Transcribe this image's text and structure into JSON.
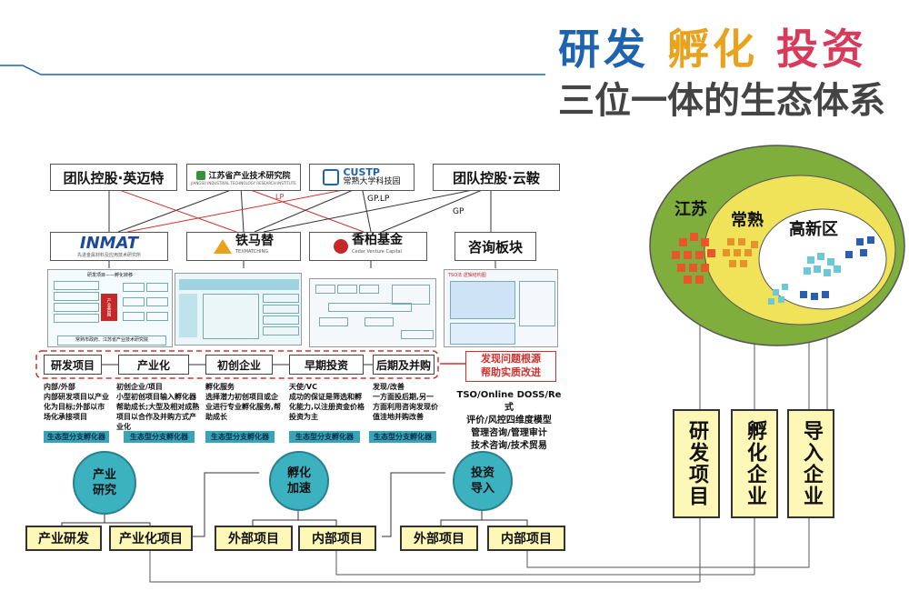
{
  "title": {
    "word1": "研发",
    "word2": "孵化",
    "word3": "投资",
    "subtitle": "三位一体的生态体系"
  },
  "colors": {
    "word1": "#1e63b0",
    "word2": "#e8a21b",
    "word3": "#d93a5c",
    "teal": "#3cb2c0",
    "yellow_box": "#fdf7b8",
    "outer_ellipse": "#7fae3c",
    "middle_ellipse": "#f0e35a",
    "red": "#d0312d"
  },
  "top": {
    "holding_left": "团队控股·英迈特",
    "institute": "江苏省产业技术研究院",
    "institute_en": "JIANGSU INDUSTRIAL TECHNOLOGY RESEARCH INSTITUTE",
    "custp": "CUSTP",
    "custp_cn": "常熟大学科技园",
    "holding_right": "团队控股·云鞍"
  },
  "edges": {
    "lp": "LP",
    "gplp": "GP.LP",
    "gp": "GP"
  },
  "second": {
    "inmat": "INMAT",
    "inmat_sub": "先进金属材料及应用技术研究所",
    "tiema": "铁马替",
    "tiema_sub": "TEXMATCHING",
    "xiangbai": "香柏基金",
    "xiangbai_sub": "Cedar Venture Capital",
    "consult": "咨询板块"
  },
  "stages": [
    "研发项目",
    "产业化",
    "初创企业",
    "早期投资",
    "后期及并购"
  ],
  "problem": {
    "line1": "发现问题根源",
    "line2": "帮助实质改进"
  },
  "descriptions": [
    {
      "title": "内部/外部",
      "body": "内部研发项目以产业化为目标;外部以市场化承接项目"
    },
    {
      "title": "初创企业/项目",
      "body": "小型初创项目输入孵化器帮助成长;大型及相对成熟项目以合作及并购方式产业化"
    },
    {
      "title": "孵化服务",
      "body": "选择潜力初创项目或企业进行专业孵化服务,帮助成长"
    },
    {
      "title": "天使/VC",
      "body": "成功的保证是筛选和孵化能力,以注册资金价格投资为主"
    },
    {
      "title": "发现/改善",
      "body": "一方面投后期,另一方面利用咨询发现价值洼地并购改善"
    }
  ],
  "consult_desc": [
    "TSO/Online DOSS/Re式",
    "评价/风控四维度模型",
    "管理咨询/管理审计",
    "技术咨询/技术贸易"
  ],
  "incubator_label": "生态型分支孵化器",
  "circles": [
    {
      "line1": "产业",
      "line2": "研究"
    },
    {
      "line1": "孵化",
      "line2": "加速"
    },
    {
      "line1": "投资",
      "line2": "导入"
    }
  ],
  "bottom_boxes": [
    "产业研发",
    "产业化项目",
    "外部项目",
    "内部项目",
    "外部项目",
    "内部项目"
  ],
  "ellipses": {
    "outer": "江苏",
    "middle": "常熟",
    "inner": "高新区"
  },
  "vertical_boxes": [
    "研发项目",
    "孵化企业",
    "导入企业"
  ],
  "thumb_text": {
    "t1_title": "研发项目——孵化转移",
    "t1_center": "产业金属",
    "t1_footer": "常熟市政府、江苏省产业技术研究院",
    "t4_title": "TSO法 逻辑结构图"
  }
}
